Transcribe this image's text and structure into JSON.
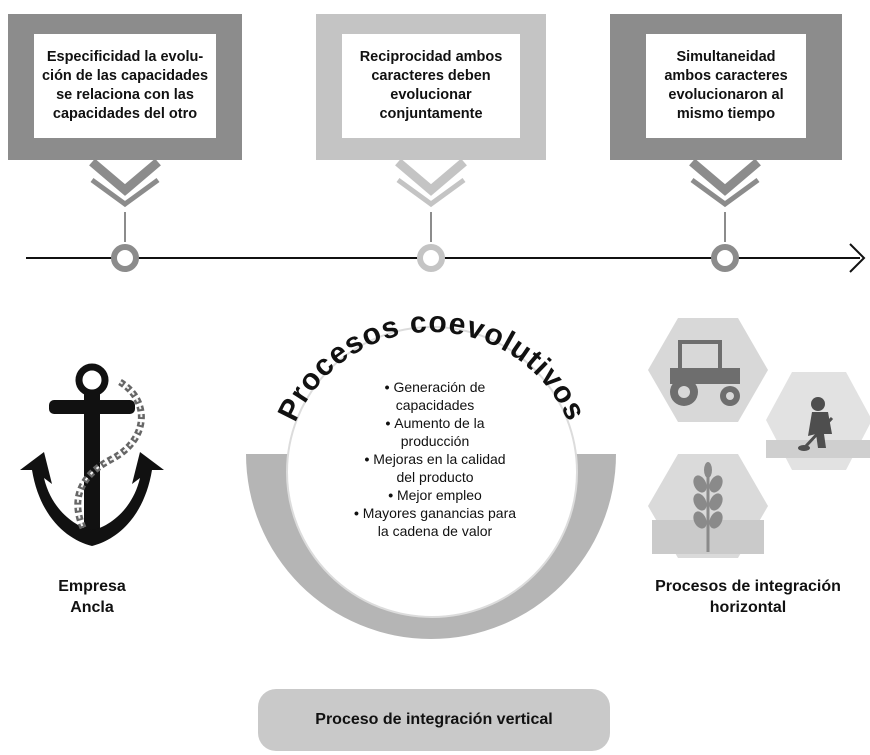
{
  "timeline": {
    "cards": [
      {
        "lines": [
          "Especificidad la evolu-",
          "ción de las capacidades",
          "se relaciona con las",
          "capacidades del otro"
        ],
        "tone": "#8c8c8c"
      },
      {
        "lines": [
          "Reciprocidad ambos",
          "caracteres deben",
          "evolucionar",
          "conjuntamente"
        ],
        "tone": "#c4c4c4"
      },
      {
        "lines": [
          "Simultaneidad",
          "ambos caracteres",
          "evolucionaron al",
          "mismo tiempo"
        ],
        "tone": "#8c8c8c"
      }
    ]
  },
  "center": {
    "arc_title": "Procesos coevolutivos",
    "bullets": [
      "Generación de capacidades",
      "Aumento de la producción",
      "Mejoras en la calidad del producto",
      "Mejor empleo",
      "Mayores ganancias para la cadena de valor"
    ],
    "bullet_lines": [
      [
        "Generación de",
        "capacidades"
      ],
      [
        "Aumento de la",
        "producción"
      ],
      [
        "Mejoras en la calidad",
        "del producto"
      ],
      [
        "Mejor empleo"
      ],
      [
        "Mayores ganancias para",
        "la cadena de valor"
      ]
    ]
  },
  "left_label": {
    "lines": [
      "Empresa",
      "Ancla"
    ]
  },
  "right_label": {
    "lines": [
      "Procesos de integración",
      "horizontal"
    ]
  },
  "bottom_label": "Proceso de integración vertical",
  "icons": [
    "anchor-icon",
    "tractor-icon",
    "farmer-icon",
    "wheat-icon"
  ],
  "colors": {
    "dark_gray": "#8c8c8c",
    "light_gray": "#c4c4c4",
    "bowl_gray": "#b5b5b5",
    "pill_gray": "#c9c9c9"
  }
}
